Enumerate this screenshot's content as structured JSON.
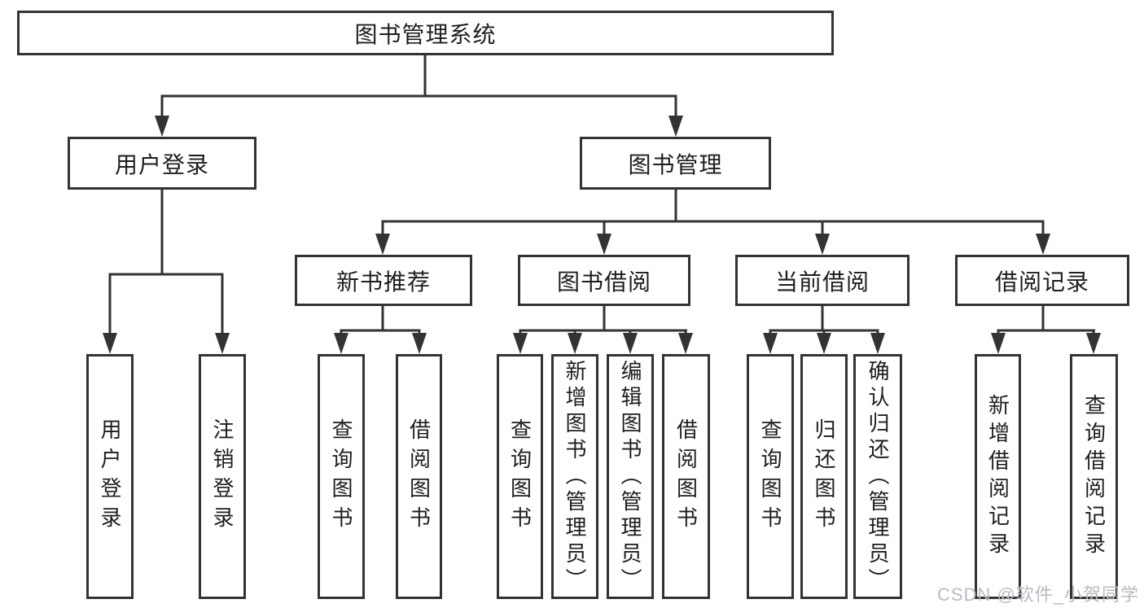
{
  "diagram": {
    "nodes": {
      "root": "图书管理系统",
      "user_login": "用户登录",
      "book_mgmt": "图书管理",
      "new_book_rec": "新书推荐",
      "book_borrow": "图书借阅",
      "current_borrow": "当前借阅",
      "borrow_record": "借阅记录",
      "leaf_user_login": "用户登录",
      "leaf_logout": "注销登录",
      "leaf_query_books_a": "查询图书",
      "leaf_borrow_books_a": "借阅图书",
      "leaf_query_books_b": "查询图书",
      "leaf_add_books_admin": "新增图书（管理员）",
      "leaf_edit_books_admin": "编辑图书（管理员）",
      "leaf_borrow_books_b": "借阅图书",
      "leaf_query_books_c": "查询图书",
      "leaf_return_books": "归还图书",
      "leaf_confirm_return_admin": "确认归还（管理员）",
      "leaf_add_borrow_record": "新增借阅记录",
      "leaf_query_borrow_record": "查询借阅记录"
    },
    "watermark": "CSDN @软件_小贺同学",
    "colors": {
      "line": "#333333",
      "text": "#1e1e1e",
      "background": "#ffffff",
      "watermark": "#b7bbc2"
    }
  }
}
